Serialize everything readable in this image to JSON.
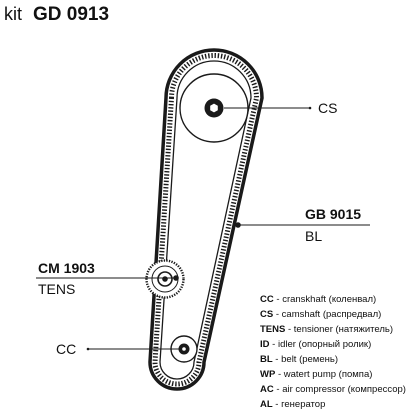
{
  "title": {
    "prefix": "kit",
    "code": "GD 0913"
  },
  "callouts": {
    "cs": "CS",
    "belt_part": "GB 9015",
    "belt_type": "BL",
    "tensioner_part": "CM 1903",
    "tensioner_type": "TENS",
    "cc": "CC"
  },
  "legend": [
    {
      "code": "CC",
      "desc": "cranskhaft (коленвал)"
    },
    {
      "code": "CS",
      "desc": "camshaft (распредвал)"
    },
    {
      "code": "TENS",
      "desc": "tensioner (натяжитель)"
    },
    {
      "code": "ID",
      "desc": "idler (опорный ролик)"
    },
    {
      "code": "BL",
      "desc": "belt (ремень)"
    },
    {
      "code": "WP",
      "desc": "watert pump (помпа)"
    },
    {
      "code": "AC",
      "desc": "air compressor (компрессор)"
    },
    {
      "code": "AL",
      "desc": "генератор"
    }
  ],
  "legend_separator": " - ",
  "colors": {
    "ink": "#111111",
    "belt": "#1a1a1a",
    "background": "#ffffff"
  }
}
